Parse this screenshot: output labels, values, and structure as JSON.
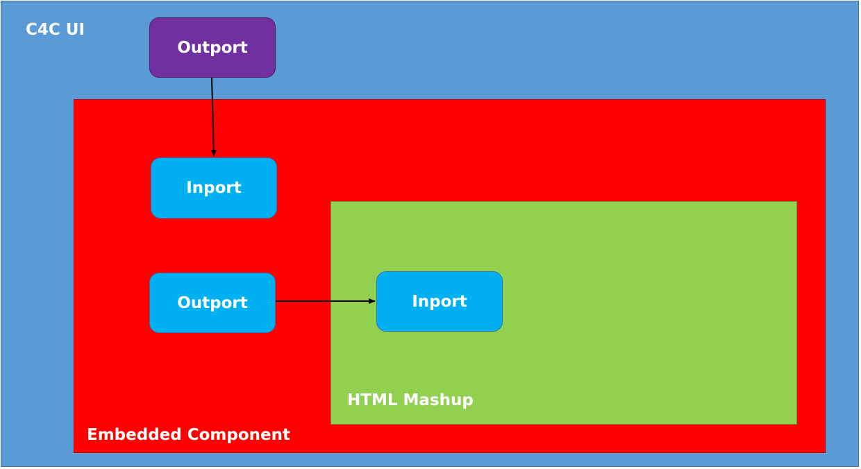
{
  "c4c_ui": {
    "title": "C4C UI",
    "outport_label": "Outport"
  },
  "embedded_component": {
    "title": "Embedded Component",
    "inport_label": "Inport",
    "outport_label": "Outport"
  },
  "html_mashup": {
    "title": "HTML Mashup",
    "inport_label": "Inport"
  },
  "colors": {
    "c4c_background": "#5b9bd5",
    "embedded_background": "#ff0000",
    "mashup_background": "#92d050",
    "purple_port": "#7030a0",
    "cyan_port": "#00b0f0",
    "text": "#ffffff",
    "connector": "#000000"
  }
}
